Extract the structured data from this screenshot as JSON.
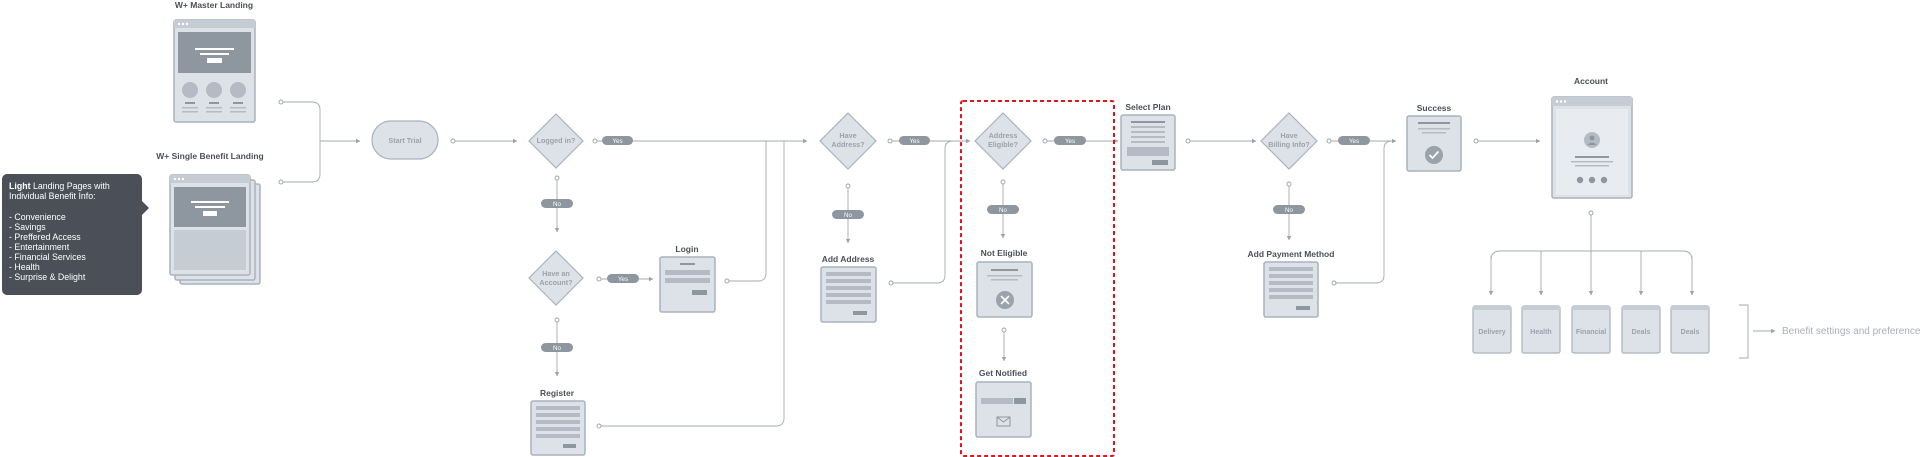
{
  "callout": {
    "bold": "Light",
    "rest": " Landing Pages with",
    "line2": "Individual Benefit Info:",
    "items": [
      "- Convenience",
      "- Savings",
      "- Preffered Access",
      "- Entertainment",
      "- Financial Services",
      "- Health",
      "- Surprise & Delight"
    ]
  },
  "titles": {
    "master": "W+ Master Landing",
    "single": "W+ Single Benefit Landing",
    "login": "Login",
    "register": "Register",
    "add_address": "Add Address",
    "not_eligible": "Not Eligible",
    "get_notified": "Get Notified",
    "select_plan": "Select Plan",
    "add_payment": "Add Payment Method",
    "success": "Success",
    "account": "Account"
  },
  "start": "Start Trial",
  "decisions": {
    "logged_in": [
      "Logged in?"
    ],
    "have_account": [
      "Have an",
      "Account?"
    ],
    "have_address": [
      "Have",
      "Address?"
    ],
    "address_eligible": [
      "Address",
      "Eligible?"
    ],
    "have_billing": [
      "Have",
      "Billing Info?"
    ]
  },
  "pills": {
    "yes": "Yes",
    "no": "No"
  },
  "benefits": [
    "Delivery",
    "Health",
    "Financial",
    "Deals",
    "Deals"
  ],
  "benefit_note": "Benefit settings and preferences",
  "colors": {
    "screen_fill": "#dde2e8",
    "screen_stroke": "#aab2bd",
    "dark": "#8e969f",
    "callout": "#4a4f58",
    "highlight": "#e0161e",
    "line": "#9aa2ab"
  }
}
